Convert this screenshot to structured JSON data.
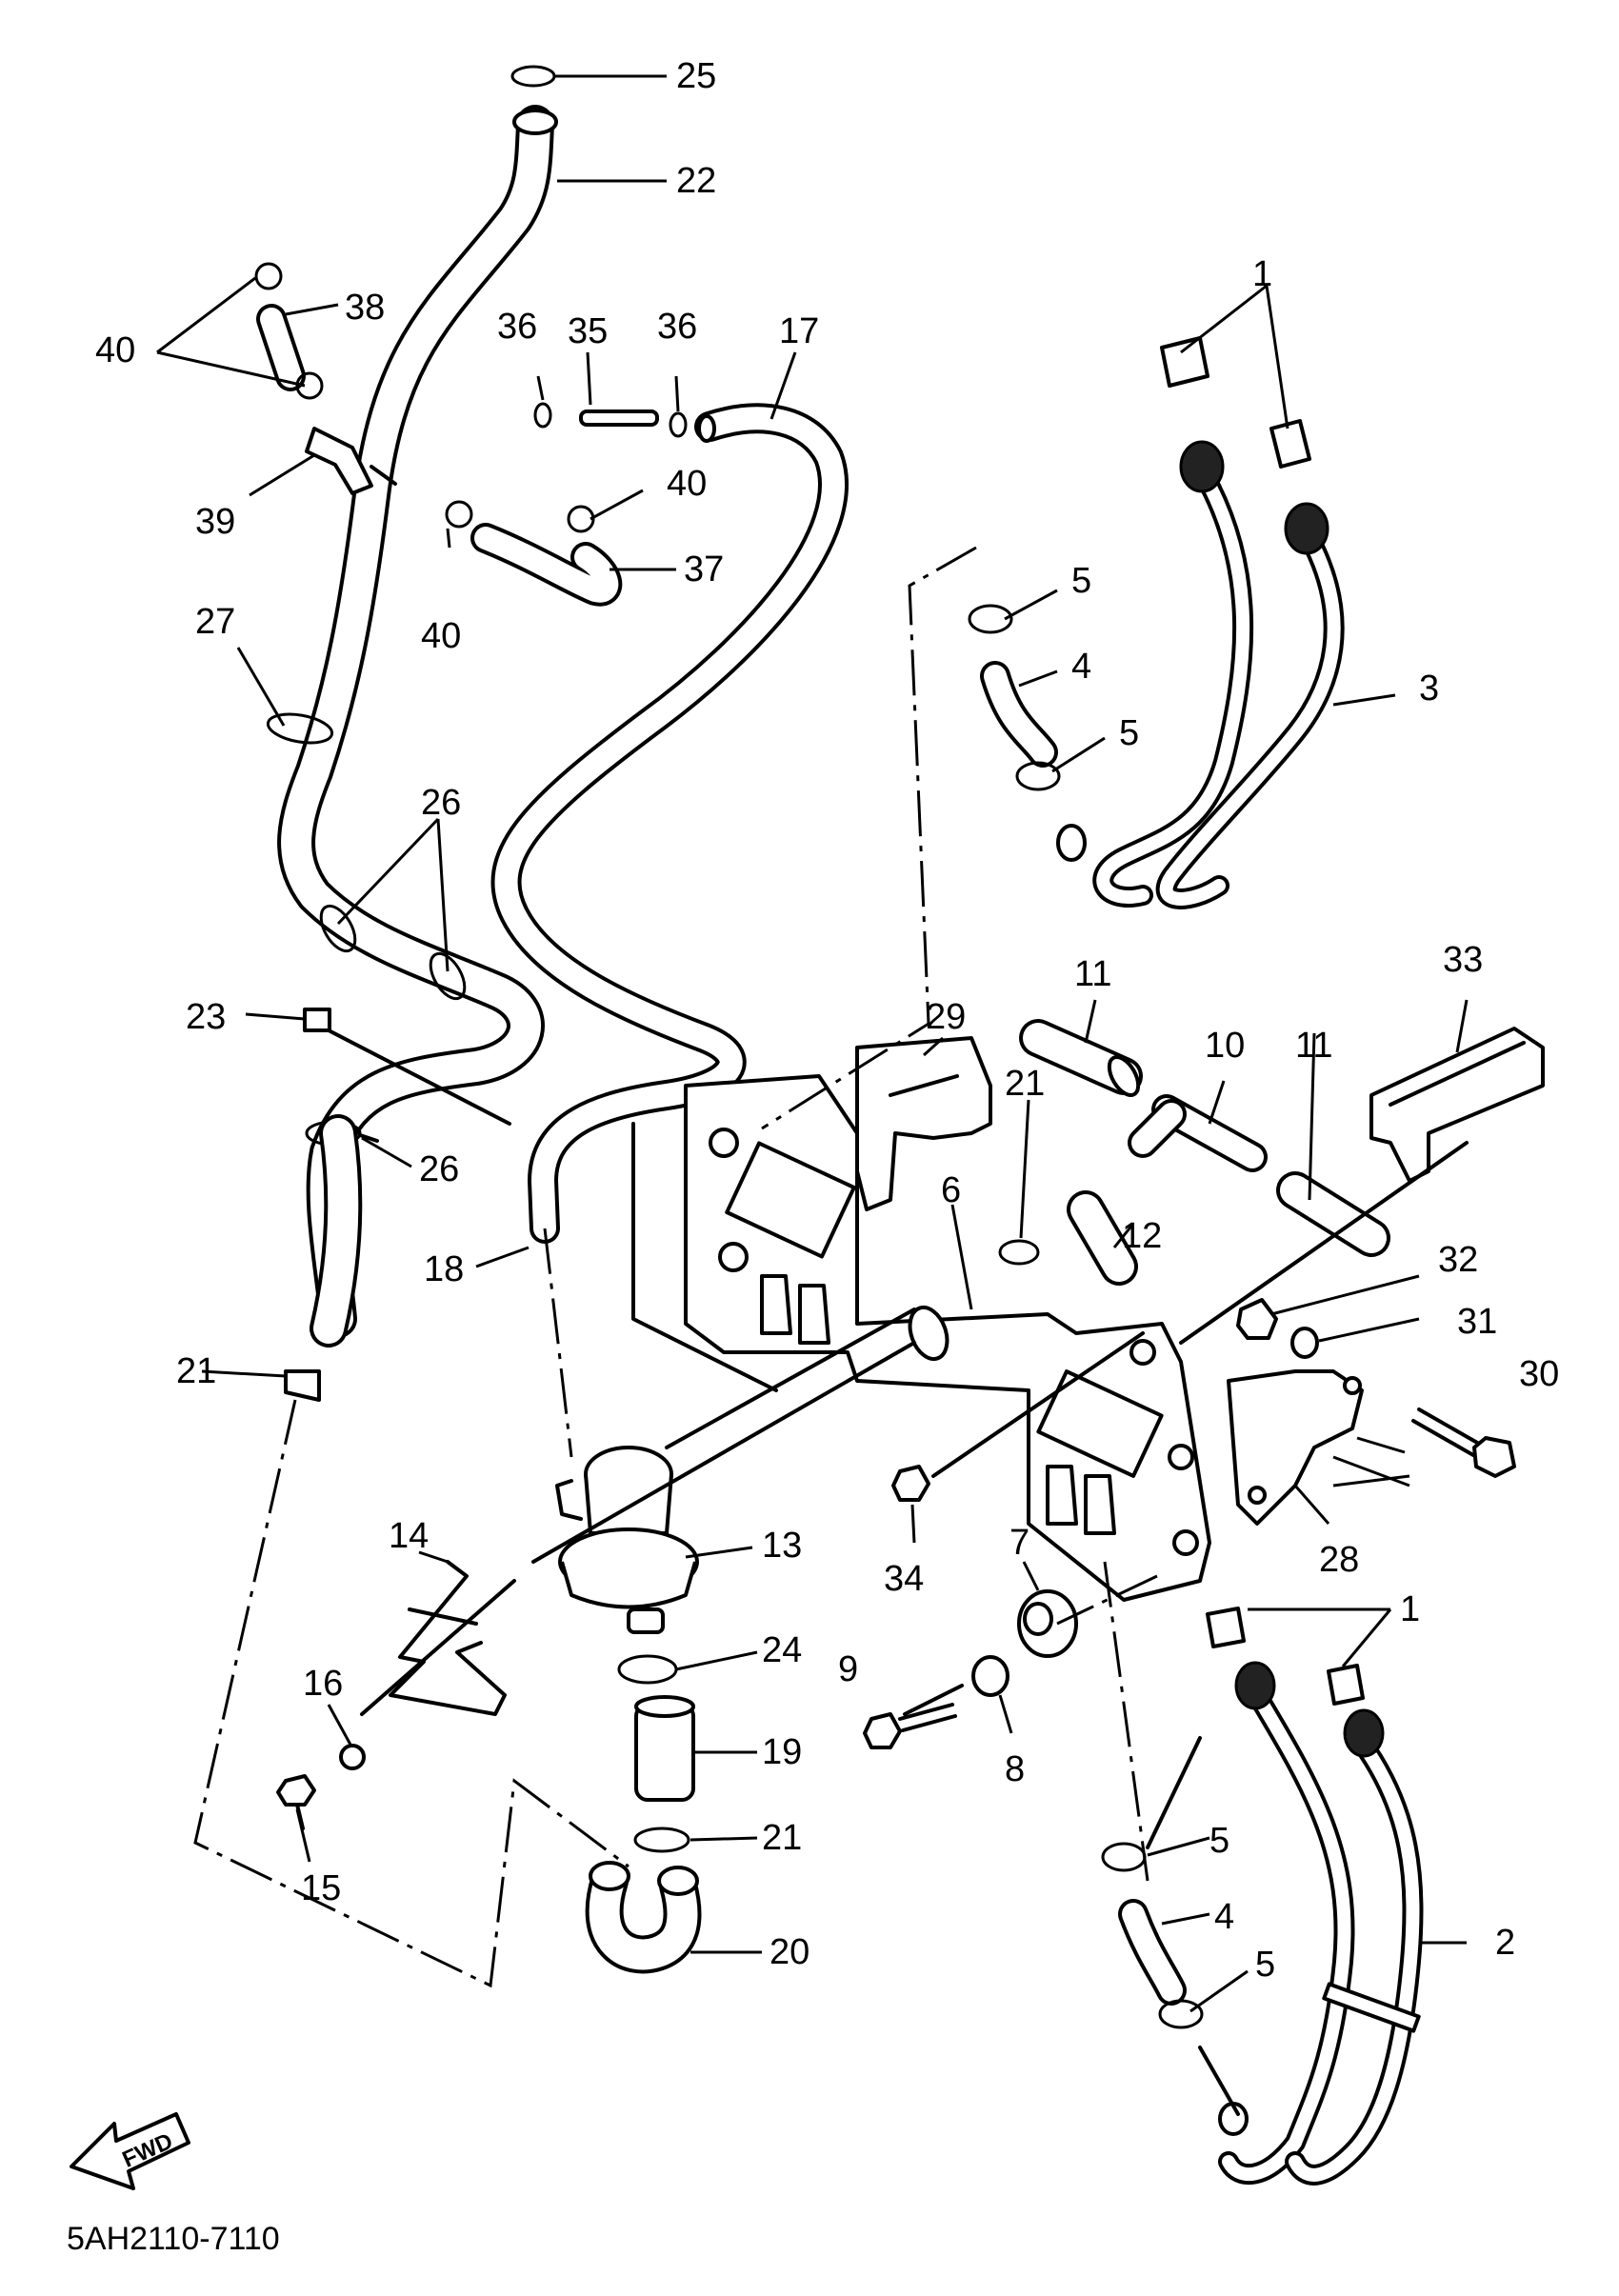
{
  "diagram": {
    "code": "5AH2110-7110",
    "fwd_label": "FWD",
    "callouts": [
      {
        "id": "c1a",
        "text": "1"
      },
      {
        "id": "c1b",
        "text": "1"
      },
      {
        "id": "c2",
        "text": "2"
      },
      {
        "id": "c3",
        "text": "3"
      },
      {
        "id": "c4a",
        "text": "4"
      },
      {
        "id": "c4b",
        "text": "4"
      },
      {
        "id": "c5a",
        "text": "5"
      },
      {
        "id": "c5b",
        "text": "5"
      },
      {
        "id": "c5c",
        "text": "5"
      },
      {
        "id": "c5d",
        "text": "5"
      },
      {
        "id": "c6",
        "text": "6"
      },
      {
        "id": "c7",
        "text": "7"
      },
      {
        "id": "c8",
        "text": "8"
      },
      {
        "id": "c9",
        "text": "9"
      },
      {
        "id": "c10",
        "text": "10"
      },
      {
        "id": "c11a",
        "text": "11"
      },
      {
        "id": "c11b",
        "text": "11"
      },
      {
        "id": "c12",
        "text": "12"
      },
      {
        "id": "c13",
        "text": "13"
      },
      {
        "id": "c14",
        "text": "14"
      },
      {
        "id": "c15",
        "text": "15"
      },
      {
        "id": "c16",
        "text": "16"
      },
      {
        "id": "c17",
        "text": "17"
      },
      {
        "id": "c18",
        "text": "18"
      },
      {
        "id": "c19",
        "text": "19"
      },
      {
        "id": "c20",
        "text": "20"
      },
      {
        "id": "c21a",
        "text": "21"
      },
      {
        "id": "c21b",
        "text": "21"
      },
      {
        "id": "c21c",
        "text": "21"
      },
      {
        "id": "c22",
        "text": "22"
      },
      {
        "id": "c23",
        "text": "23"
      },
      {
        "id": "c24",
        "text": "24"
      },
      {
        "id": "c25",
        "text": "25"
      },
      {
        "id": "c26a",
        "text": "26"
      },
      {
        "id": "c26b",
        "text": "26"
      },
      {
        "id": "c27",
        "text": "27"
      },
      {
        "id": "c28",
        "text": "28"
      },
      {
        "id": "c29",
        "text": "29"
      },
      {
        "id": "c30",
        "text": "30"
      },
      {
        "id": "c31",
        "text": "31"
      },
      {
        "id": "c32",
        "text": "32"
      },
      {
        "id": "c33",
        "text": "33"
      },
      {
        "id": "c34",
        "text": "34"
      },
      {
        "id": "c35",
        "text": "35"
      },
      {
        "id": "c36a",
        "text": "36"
      },
      {
        "id": "c36b",
        "text": "36"
      },
      {
        "id": "c37",
        "text": "37"
      },
      {
        "id": "c38",
        "text": "38"
      },
      {
        "id": "c39",
        "text": "39"
      },
      {
        "id": "c40a",
        "text": "40"
      },
      {
        "id": "c40b",
        "text": "40"
      },
      {
        "id": "c40c",
        "text": "40"
      }
    ]
  }
}
